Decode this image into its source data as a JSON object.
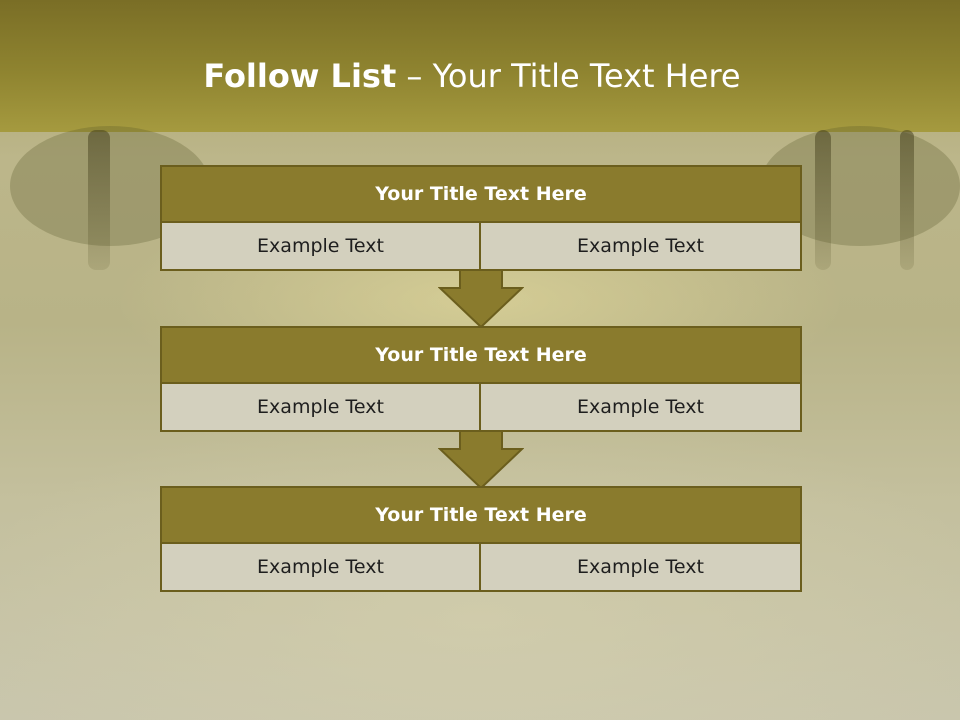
{
  "slide": {
    "title_bold": "Follow List",
    "title_rest": " – Your Title Text Here"
  },
  "steps": [
    {
      "title": "Your Title Text Here",
      "cells": [
        "Example Text",
        "Example Text"
      ]
    },
    {
      "title": "Your Title Text Here",
      "cells": [
        "Example Text",
        "Example Text"
      ]
    },
    {
      "title": "Your Title Text Here",
      "cells": [
        "Example Text",
        "Example Text"
      ]
    }
  ],
  "colors": {
    "header_band": "#8f8430",
    "block_header": "#8a7b2d",
    "block_border": "#6b5e1d",
    "cell_fill": "#d3d0be",
    "arrow_fill": "#8a7b2d"
  }
}
